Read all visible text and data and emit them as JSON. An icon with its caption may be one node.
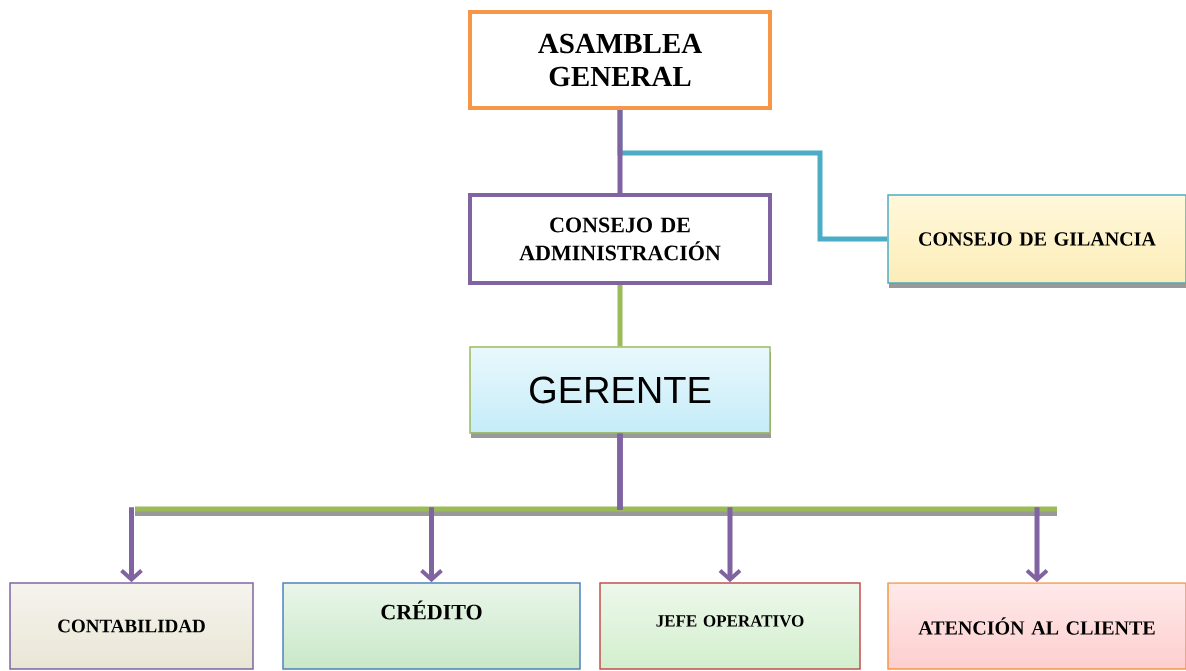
{
  "diagram": {
    "nodes": [
      {
        "text": [
          "ASAMBLEA GENERAL"
        ]
      },
      {
        "text": [
          "CONSEJO DE ADMINISTRACIÓN"
        ]
      },
      {
        "text": [
          "CONSEJO DE GILANCIA"
        ]
      },
      {
        "text": [
          "GERENTE"
        ]
      },
      {
        "text": [
          "CONTABILIDAD"
        ]
      },
      {
        "text": [
          "CRÉDITO"
        ]
      },
      {
        "text": [
          "JEFE OPERATIVO"
        ]
      },
      {
        "text": [
          "ATENCIÓN AL CLIENTE"
        ]
      }
    ],
    "edges": [
      {
        "from": 0,
        "to": 2,
        "arrow": "none",
        "color": "#4bacc6"
      },
      {
        "from": 0,
        "to": 1,
        "arrow": "none"
      },
      {
        "from": 1,
        "to": 3,
        "arrow": "none",
        "color": "#9bbb59"
      },
      {
        "from": 3,
        "to": 4,
        "arrow": "to"
      },
      {
        "from": 3,
        "to": 5,
        "arrow": "to"
      },
      {
        "from": 3,
        "to": 6,
        "arrow": "to"
      },
      {
        "from": 3,
        "to": 7,
        "arrow": "to"
      }
    ]
  }
}
